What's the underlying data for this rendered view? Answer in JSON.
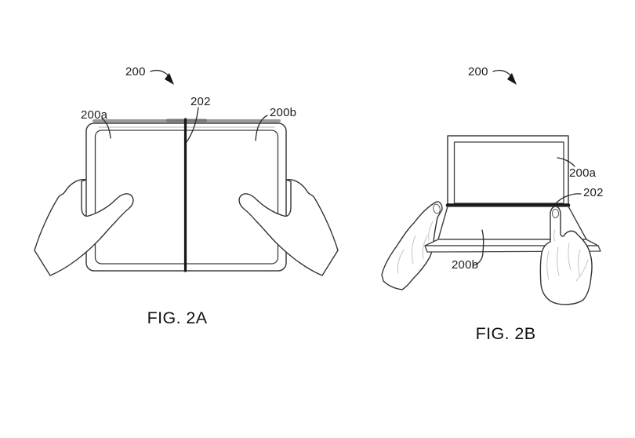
{
  "document": {
    "type": "patent-figure-sheet",
    "background_color": "#ffffff"
  },
  "figures": {
    "fig2a": {
      "caption": "FIG. 2A",
      "reference_labels": {
        "n200": "200",
        "n200a": "200a",
        "n202": "202",
        "n200b": "200b"
      }
    },
    "fig2b": {
      "caption": "FIG. 2B",
      "reference_labels": {
        "n200": "200",
        "n200a": "200a",
        "n202": "202",
        "n200b": "200b"
      }
    }
  },
  "colors": {
    "line": "#3f3f3f",
    "dark_line": "#161616",
    "edge_gray": "#999999",
    "sketch_gray": "#c4c4c4",
    "text": "#1c1c1c",
    "background": "#ffffff"
  }
}
